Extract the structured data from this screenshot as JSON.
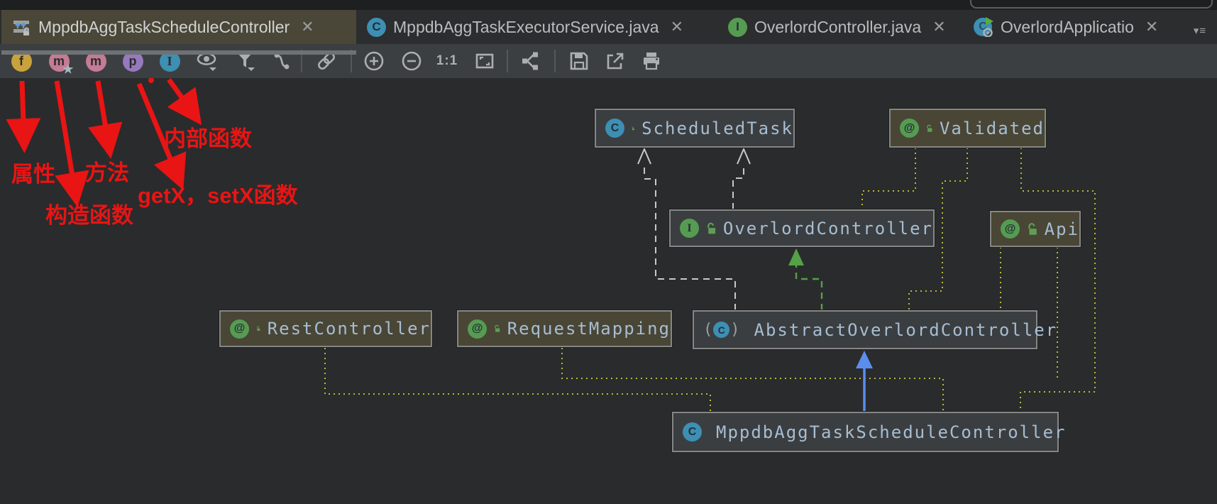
{
  "ui": {
    "close_glyph": "✕",
    "overflow_tabs_glyph": "▾≡"
  },
  "tabs": [
    {
      "label": "MppdbAggTaskScheduleController",
      "icon": "uml-diagram-icon",
      "active": true
    },
    {
      "label": "MppdbAggTaskExecutorService.java",
      "icon": "class-icon",
      "active": false
    },
    {
      "label": "OverlordController.java",
      "icon": "interface-icon",
      "active": false
    },
    {
      "label": "OverlordApplicatio",
      "icon": "run-application-icon",
      "active": false
    }
  ],
  "toolbar": {
    "fields_glyph": "f",
    "constructors_glyph": "m",
    "methods_glyph": "m",
    "properties_glyph": "p",
    "inner_classes_glyph": "I",
    "actual_size_label": "1:1",
    "icons": [
      "fields",
      "constructors",
      "methods",
      "properties",
      "inner-classes",
      "visibility",
      "filter",
      "edge-creation",
      "link",
      "zoom-in",
      "zoom-out",
      "actual-size",
      "fit-content",
      "layout",
      "save",
      "export",
      "print"
    ]
  },
  "annotations": {
    "attribute": "属性",
    "method": "方法",
    "constructor": "构造函数",
    "inner_function": "内部函数",
    "get_set": "getX，setX函数"
  },
  "diagram": {
    "nodes": [
      {
        "id": "scheduled-task",
        "label": "ScheduledTask",
        "kind": "class"
      },
      {
        "id": "validated",
        "label": "Validated",
        "kind": "annotation"
      },
      {
        "id": "overlord-controller",
        "label": "OverlordController",
        "kind": "interface"
      },
      {
        "id": "api",
        "label": "Api",
        "kind": "annotation"
      },
      {
        "id": "rest-controller",
        "label": "RestController",
        "kind": "annotation"
      },
      {
        "id": "request-mapping",
        "label": "RequestMapping",
        "kind": "annotation"
      },
      {
        "id": "abstract-overlord-controller",
        "label": "AbstractOverlordController",
        "kind": "abstract-class"
      },
      {
        "id": "mppdb-agg-task-schedule-controller",
        "label": "MppdbAggTaskScheduleController",
        "kind": "class"
      }
    ],
    "edges": [
      {
        "from": "abstract-overlord-controller",
        "to": "scheduled-task",
        "style": "dashed-gray-open-arrow"
      },
      {
        "from": "overlord-controller",
        "to": "scheduled-task",
        "style": "dashed-gray-open-arrow"
      },
      {
        "from": "abstract-overlord-controller",
        "to": "overlord-controller",
        "style": "dashed-green-solid-arrow"
      },
      {
        "from": "mppdb-agg-task-schedule-controller",
        "to": "abstract-overlord-controller",
        "style": "solid-blue-arrow"
      },
      {
        "from": "rest-controller",
        "to": "mppdb-agg-task-schedule-controller",
        "style": "dotted-yellow"
      },
      {
        "from": "request-mapping",
        "to": "mppdb-agg-task-schedule-controller",
        "style": "dotted-yellow"
      },
      {
        "from": "api",
        "to": "mppdb-agg-task-schedule-controller",
        "style": "dotted-yellow"
      },
      {
        "from": "api",
        "to": "abstract-overlord-controller",
        "style": "dotted-yellow"
      },
      {
        "from": "validated",
        "to": "overlord-controller",
        "style": "dotted-yellow"
      },
      {
        "from": "validated",
        "to": "abstract-overlord-controller",
        "style": "dotted-yellow"
      },
      {
        "from": "validated",
        "to": "mppdb-agg-task-schedule-controller",
        "style": "dotted-yellow"
      }
    ]
  },
  "colors": {
    "canvas_bg": "#2a2b2c",
    "toolbar_bg": "#3c3f41",
    "active_tab_bg": "#4a4739",
    "node_dark_bg": "#3b3e40",
    "node_annotation_bg": "#494636",
    "node_text": "#a7bdd3",
    "edge_yellow": "#b9b838",
    "edge_gray": "#cfcfcf",
    "edge_green": "#55a147",
    "edge_blue": "#5b8def",
    "annotation_red": "#e91414",
    "icon_fields": "#c9a23c",
    "icon_methods": "#c57b94",
    "icon_properties": "#9779bd",
    "icon_inner": "#3d8fb4"
  }
}
